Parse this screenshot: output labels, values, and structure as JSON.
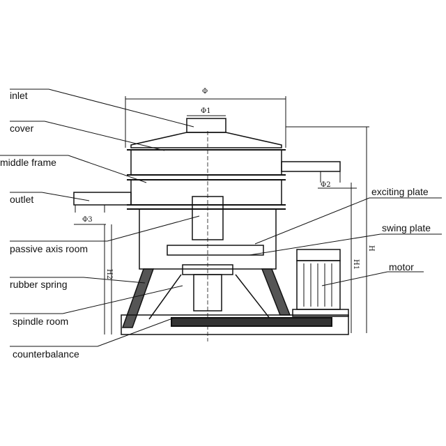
{
  "labels": {
    "inlet": "inlet",
    "cover": "cover",
    "middle_frame": "middle frame",
    "outlet": "outlet",
    "passive_axis_room": "passive axis room",
    "rubber_spring": "rubber spring",
    "spindle_room": "spindle room",
    "counterbalance": "counterbalance",
    "exciting_plate": "exciting plate",
    "swing_plate": "swing plate",
    "motor": "motor"
  },
  "dimensions": {
    "phi": "Φ",
    "phi1": "Φ1",
    "phi2": "Φ2",
    "phi3": "Φ3",
    "H": "H",
    "H1": "H1",
    "H2": "H2"
  }
}
